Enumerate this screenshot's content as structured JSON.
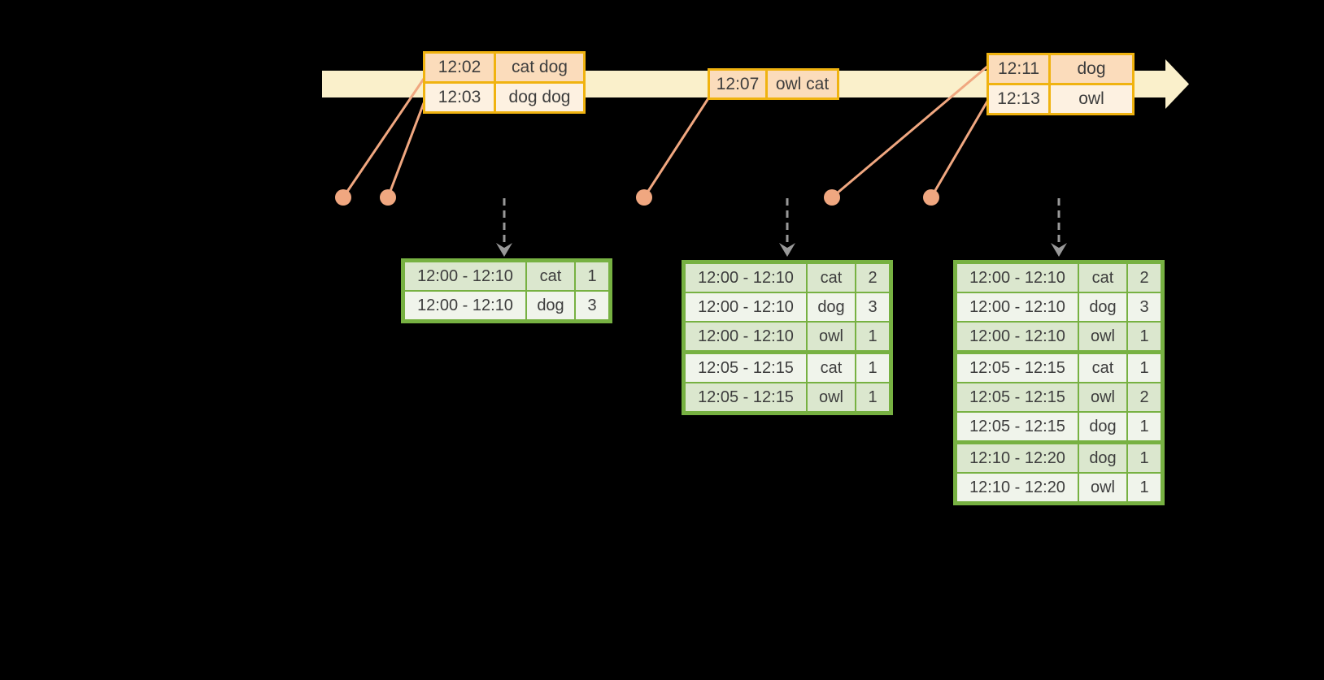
{
  "background": "#000000",
  "colors": {
    "timeline_band": "#FAF0CB",
    "event_table_border": "#F0B310",
    "event_row_primary": "#FBDCBB",
    "event_row_alt": "#FDF1E1",
    "connector_and_dot": "#F0A780",
    "trigger_arrow": "#999999",
    "result_table_border": "#77B142",
    "result_row_shaded": "#DBE7CE",
    "result_row_plain": "#F0F4EB",
    "table_text": "#3D3D3D"
  },
  "icons": {
    "timeline_arrowhead": "right-arrow",
    "trigger_arrow": "down-dashed-arrow",
    "event_marker": "dot"
  },
  "event_tables": [
    {
      "rows": [
        {
          "time": "12:02",
          "words": "cat dog"
        },
        {
          "time": "12:03",
          "words": "dog dog"
        }
      ]
    },
    {
      "rows": [
        {
          "time": "12:07",
          "words": "owl cat"
        }
      ]
    },
    {
      "rows": [
        {
          "time": "12:11",
          "words": "dog"
        },
        {
          "time": "12:13",
          "words": "owl"
        }
      ]
    }
  ],
  "result_tables": [
    {
      "rows": [
        {
          "window": "12:00 - 12:10",
          "word": "cat",
          "count": "1"
        },
        {
          "window": "12:00 - 12:10",
          "word": "dog",
          "count": "3"
        }
      ],
      "group_breaks": []
    },
    {
      "rows": [
        {
          "window": "12:00 - 12:10",
          "word": "cat",
          "count": "2"
        },
        {
          "window": "12:00 - 12:10",
          "word": "dog",
          "count": "3"
        },
        {
          "window": "12:00 - 12:10",
          "word": "owl",
          "count": "1"
        },
        {
          "window": "12:05 - 12:15",
          "word": "cat",
          "count": "1"
        },
        {
          "window": "12:05 - 12:15",
          "word": "owl",
          "count": "1"
        }
      ],
      "group_breaks": [
        3
      ]
    },
    {
      "rows": [
        {
          "window": "12:00 - 12:10",
          "word": "cat",
          "count": "2"
        },
        {
          "window": "12:00 - 12:10",
          "word": "dog",
          "count": "3"
        },
        {
          "window": "12:00 - 12:10",
          "word": "owl",
          "count": "1"
        },
        {
          "window": "12:05 - 12:15",
          "word": "cat",
          "count": "1"
        },
        {
          "window": "12:05 - 12:15",
          "word": "owl",
          "count": "2"
        },
        {
          "window": "12:05 - 12:15",
          "word": "dog",
          "count": "1"
        },
        {
          "window": "12:10 - 12:20",
          "word": "dog",
          "count": "1"
        },
        {
          "window": "12:10 - 12:20",
          "word": "owl",
          "count": "1"
        }
      ],
      "group_breaks": [
        3,
        6
      ]
    }
  ]
}
